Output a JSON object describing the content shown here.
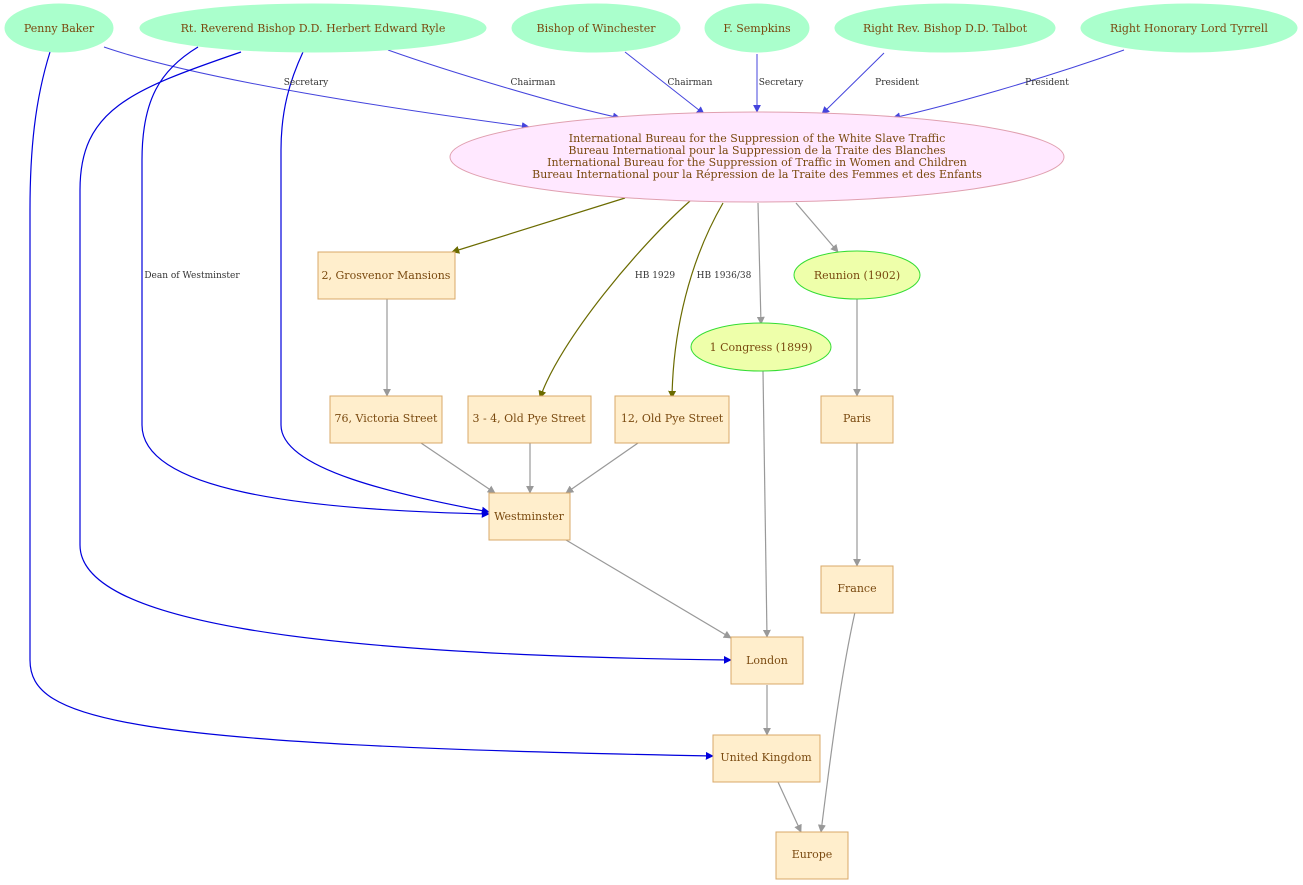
{
  "people": {
    "penny_baker": "Penny Baker",
    "ryle": "Rt. Reverend Bishop D.D. Herbert Edward Ryle",
    "winchester": "Bishop of Winchester",
    "sempkins": "F. Sempkins",
    "talbot": "Right Rev. Bishop D.D. Talbot",
    "tyrrell": "Right Honorary Lord Tyrrell"
  },
  "organization": {
    "lines": [
      "International Bureau for the Suppression of the White Slave Traffic",
      "Bureau International pour la Suppression de la Traite des Blanches",
      "International Bureau for the Suppression of Traffic in Women and Children",
      "Bureau International pour la Répression de la Traite des Femmes et des Enfants"
    ]
  },
  "events": {
    "reunion": "Reunion (1902)",
    "congress": "1 Congress (1899)"
  },
  "places": {
    "grosvenor": "2, Grosvenor Mansions",
    "victoria": "76, Victoria Street",
    "old_pye_3_4": "3 - 4, Old Pye Street",
    "old_pye_12": "12, Old Pye Street",
    "paris": "Paris",
    "westminster": "Westminster",
    "france": "France",
    "london": "London",
    "uk": "United Kingdom",
    "europe": "Europe"
  },
  "edge_labels": {
    "secretary_baker": "Secretary",
    "chairman_ryle": "Chairman",
    "chairman_winchester": "Chairman",
    "secretary_sempkins": "Secretary",
    "president_talbot": "President",
    "president_tyrrell": "President",
    "dean": "Dean of Westminster",
    "hb1929": "HB 1929",
    "hb1936": "HB 1936/38"
  },
  "colors": {
    "person_fill": "#aaffcc",
    "event_fill": "#eeffaa",
    "event_stroke": "#33dd33",
    "place_fill": "#ffeecc",
    "place_stroke": "#d8a868",
    "org_fill": "#ffe8ff",
    "org_stroke": "#e0a0b0",
    "edge_blue": "#4444dd",
    "edge_dark_blue": "#0000dd",
    "edge_olive": "#6b6b00",
    "edge_gray": "#999999",
    "text": "#7a4a10"
  }
}
